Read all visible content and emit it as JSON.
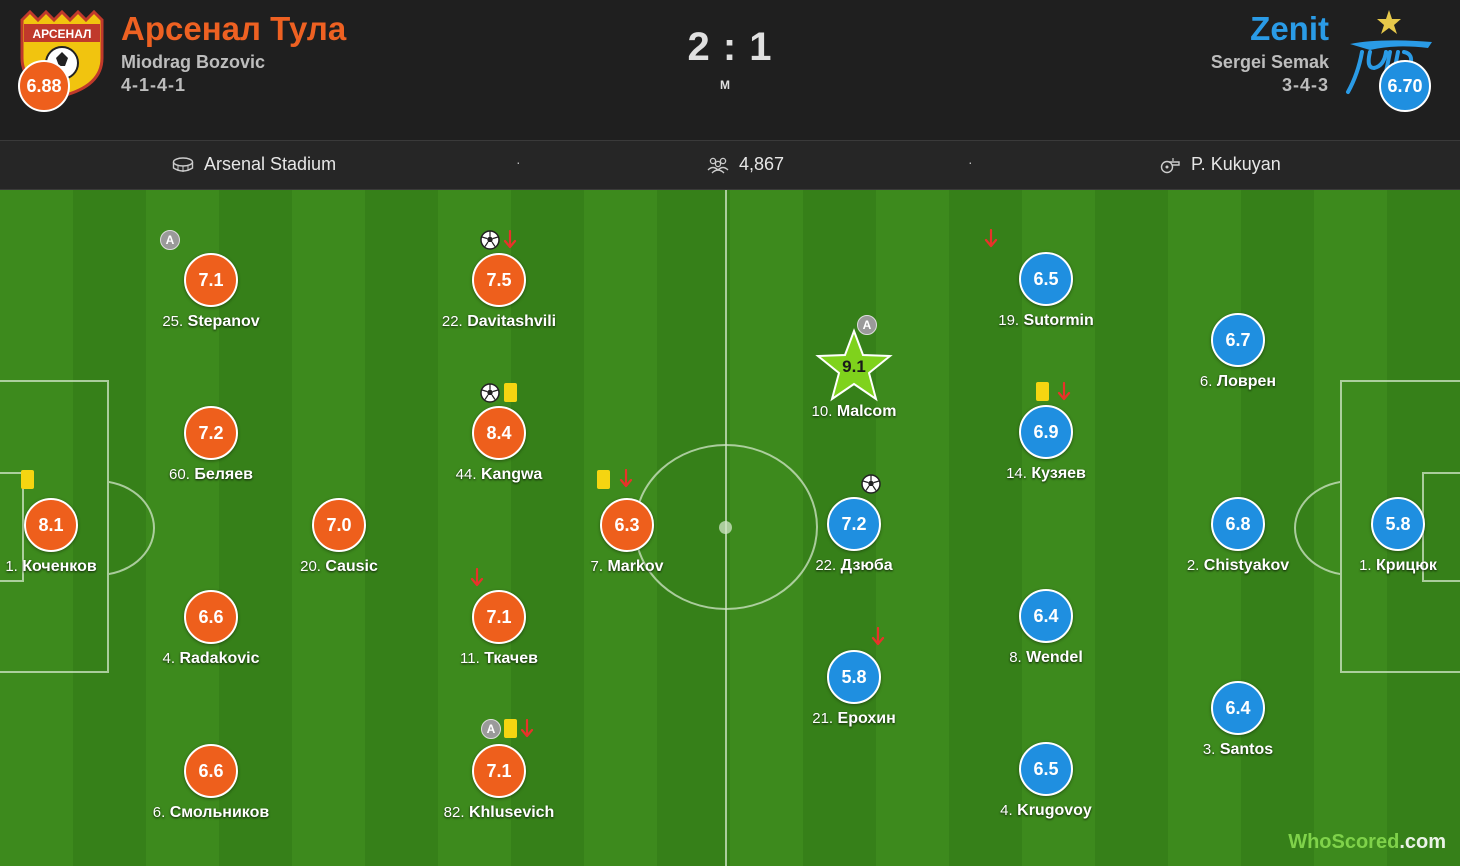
{
  "header": {
    "home": {
      "name": "Арсенал Тула",
      "manager": "Miodrag Bozovic",
      "formation": "4-1-4-1",
      "rating": "6.88",
      "logo_text": "АРСЕНАЛ"
    },
    "away": {
      "name": "Zenit",
      "manager": "Sergei Semak",
      "formation": "3-4-3",
      "rating": "6.70"
    },
    "score": "2 : 1",
    "status": "М"
  },
  "info": {
    "stadium": "Arsenal Stadium",
    "attendance": "4,867",
    "referee": "P. Kukuyan",
    "separator": "·"
  },
  "colors": {
    "home": "#ee5f1c",
    "away": "#1f8fe0",
    "motm": "#7fd21c",
    "card": "#f5d511",
    "sub_arrow": "#e8322a"
  },
  "players": [
    {
      "num": "25.",
      "name": "Stepanov",
      "rating": "7.1",
      "team": "home",
      "badges": [
        "captain-icon"
      ]
    },
    {
      "num": "60.",
      "name": "Беляев",
      "rating": "7.2",
      "team": "home",
      "badges": []
    },
    {
      "num": "4.",
      "name": "Radakovic",
      "rating": "6.6",
      "team": "home",
      "badges": []
    },
    {
      "num": "6.",
      "name": "Смольников",
      "rating": "6.6",
      "team": "home",
      "badges": []
    },
    {
      "num": "1.",
      "name": "Коченков",
      "rating": "8.1",
      "team": "home",
      "badges": [
        "yellow-card-icon"
      ]
    },
    {
      "num": "20.",
      "name": "Causic",
      "rating": "7.0",
      "team": "home",
      "badges": []
    },
    {
      "num": "22.",
      "name": "Davitashvili",
      "rating": "7.5",
      "team": "home",
      "badges": [
        "goal-icon",
        "sub-off-icon"
      ]
    },
    {
      "num": "44.",
      "name": "Kangwa",
      "rating": "8.4",
      "team": "home",
      "badges": [
        "goal-icon",
        "yellow-card-icon"
      ]
    },
    {
      "num": "11.",
      "name": "Ткачев",
      "rating": "7.1",
      "team": "home",
      "badges": [
        "sub-off-icon"
      ]
    },
    {
      "num": "82.",
      "name": "Khlusevich",
      "rating": "7.1",
      "team": "home",
      "badges": [
        "captain-icon",
        "yellow-card-icon",
        "sub-off-icon"
      ]
    },
    {
      "num": "7.",
      "name": "Markov",
      "rating": "6.3",
      "team": "home",
      "badges": [
        "yellow-card-icon",
        "sub-off-icon"
      ]
    },
    {
      "num": "10.",
      "name": "Malcom",
      "rating": "9.1",
      "team": "away",
      "badges": [
        "captain-icon"
      ],
      "motm": true
    },
    {
      "num": "22.",
      "name": "Дзюба",
      "rating": "7.2",
      "team": "away",
      "badges": [
        "goal-icon"
      ]
    },
    {
      "num": "21.",
      "name": "Ерохин",
      "rating": "5.8",
      "team": "away",
      "badges": [
        "sub-off-icon"
      ]
    },
    {
      "num": "19.",
      "name": "Sutormin",
      "rating": "6.5",
      "team": "away",
      "badges": [
        "sub-off-icon"
      ]
    },
    {
      "num": "14.",
      "name": "Кузяев",
      "rating": "6.9",
      "team": "away",
      "badges": [
        "yellow-card-icon",
        "sub-off-icon"
      ]
    },
    {
      "num": "8.",
      "name": "Wendel",
      "rating": "6.4",
      "team": "away",
      "badges": []
    },
    {
      "num": "4.",
      "name": "Krugovoy",
      "rating": "6.5",
      "team": "away",
      "badges": []
    },
    {
      "num": "6.",
      "name": "Ловрен",
      "rating": "6.7",
      "team": "away",
      "badges": []
    },
    {
      "num": "2.",
      "name": "Chistyakov",
      "rating": "6.8",
      "team": "away",
      "badges": []
    },
    {
      "num": "3.",
      "name": "Santos",
      "rating": "6.4",
      "team": "away",
      "badges": []
    },
    {
      "num": "1.",
      "name": "Крицюк",
      "rating": "5.8",
      "team": "away",
      "badges": []
    }
  ],
  "watermark": {
    "left": "WhoScored",
    "right": ".com"
  }
}
